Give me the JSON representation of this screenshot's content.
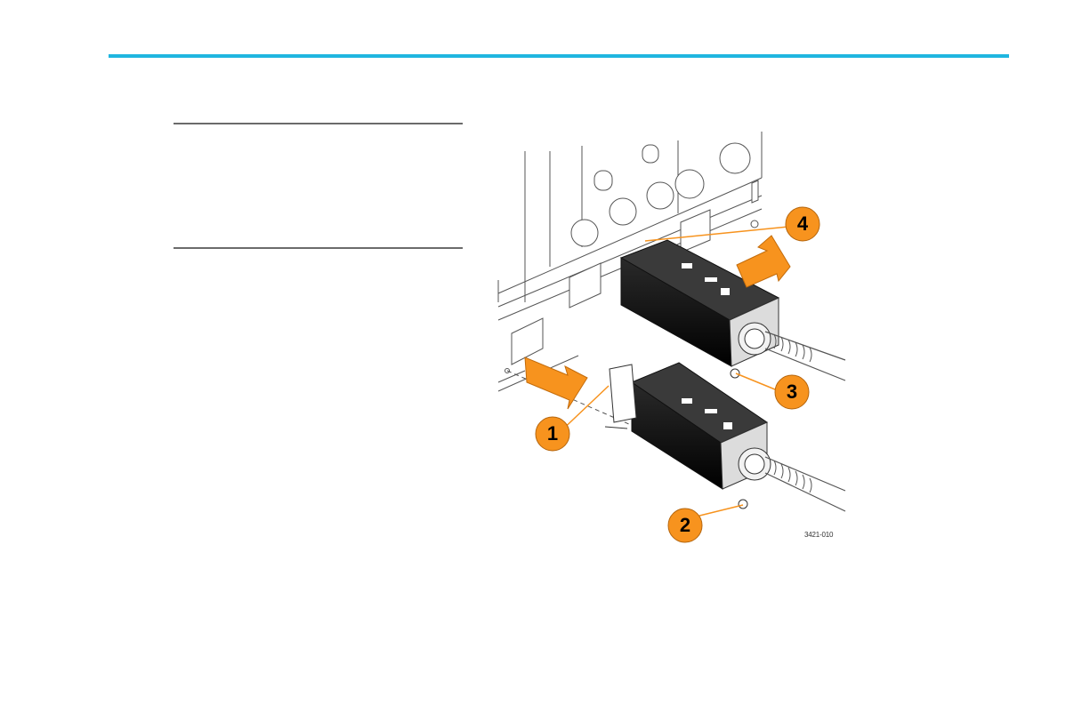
{
  "figure": {
    "id": "3421-010",
    "callouts": [
      "1",
      "2",
      "3",
      "4"
    ],
    "accent_color": "#1fb6e0",
    "callout_color": "#f7931e"
  }
}
